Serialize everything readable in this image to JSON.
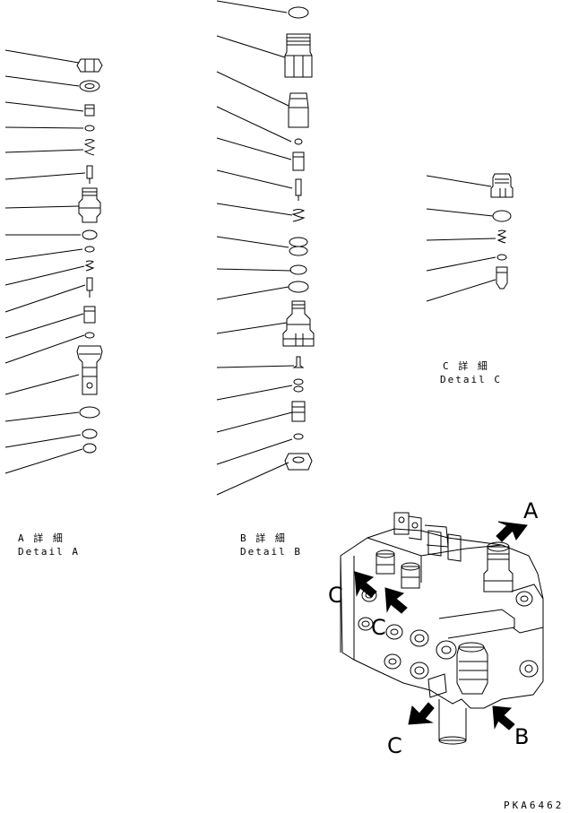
{
  "detail_a": {
    "jp": "A 詳 細",
    "en": "Detail A"
  },
  "detail_b": {
    "jp": "B 詳 細",
    "en": "Detail B"
  },
  "detail_c": {
    "jp": "C 詳 細",
    "en": "Detail C"
  },
  "view_labels": {
    "a": "A",
    "b": "B",
    "c1": "C",
    "c2": "C",
    "c3": "C"
  },
  "drawing_code": "PKA6462",
  "colors": {
    "line": "#000000",
    "background": "#ffffff"
  }
}
